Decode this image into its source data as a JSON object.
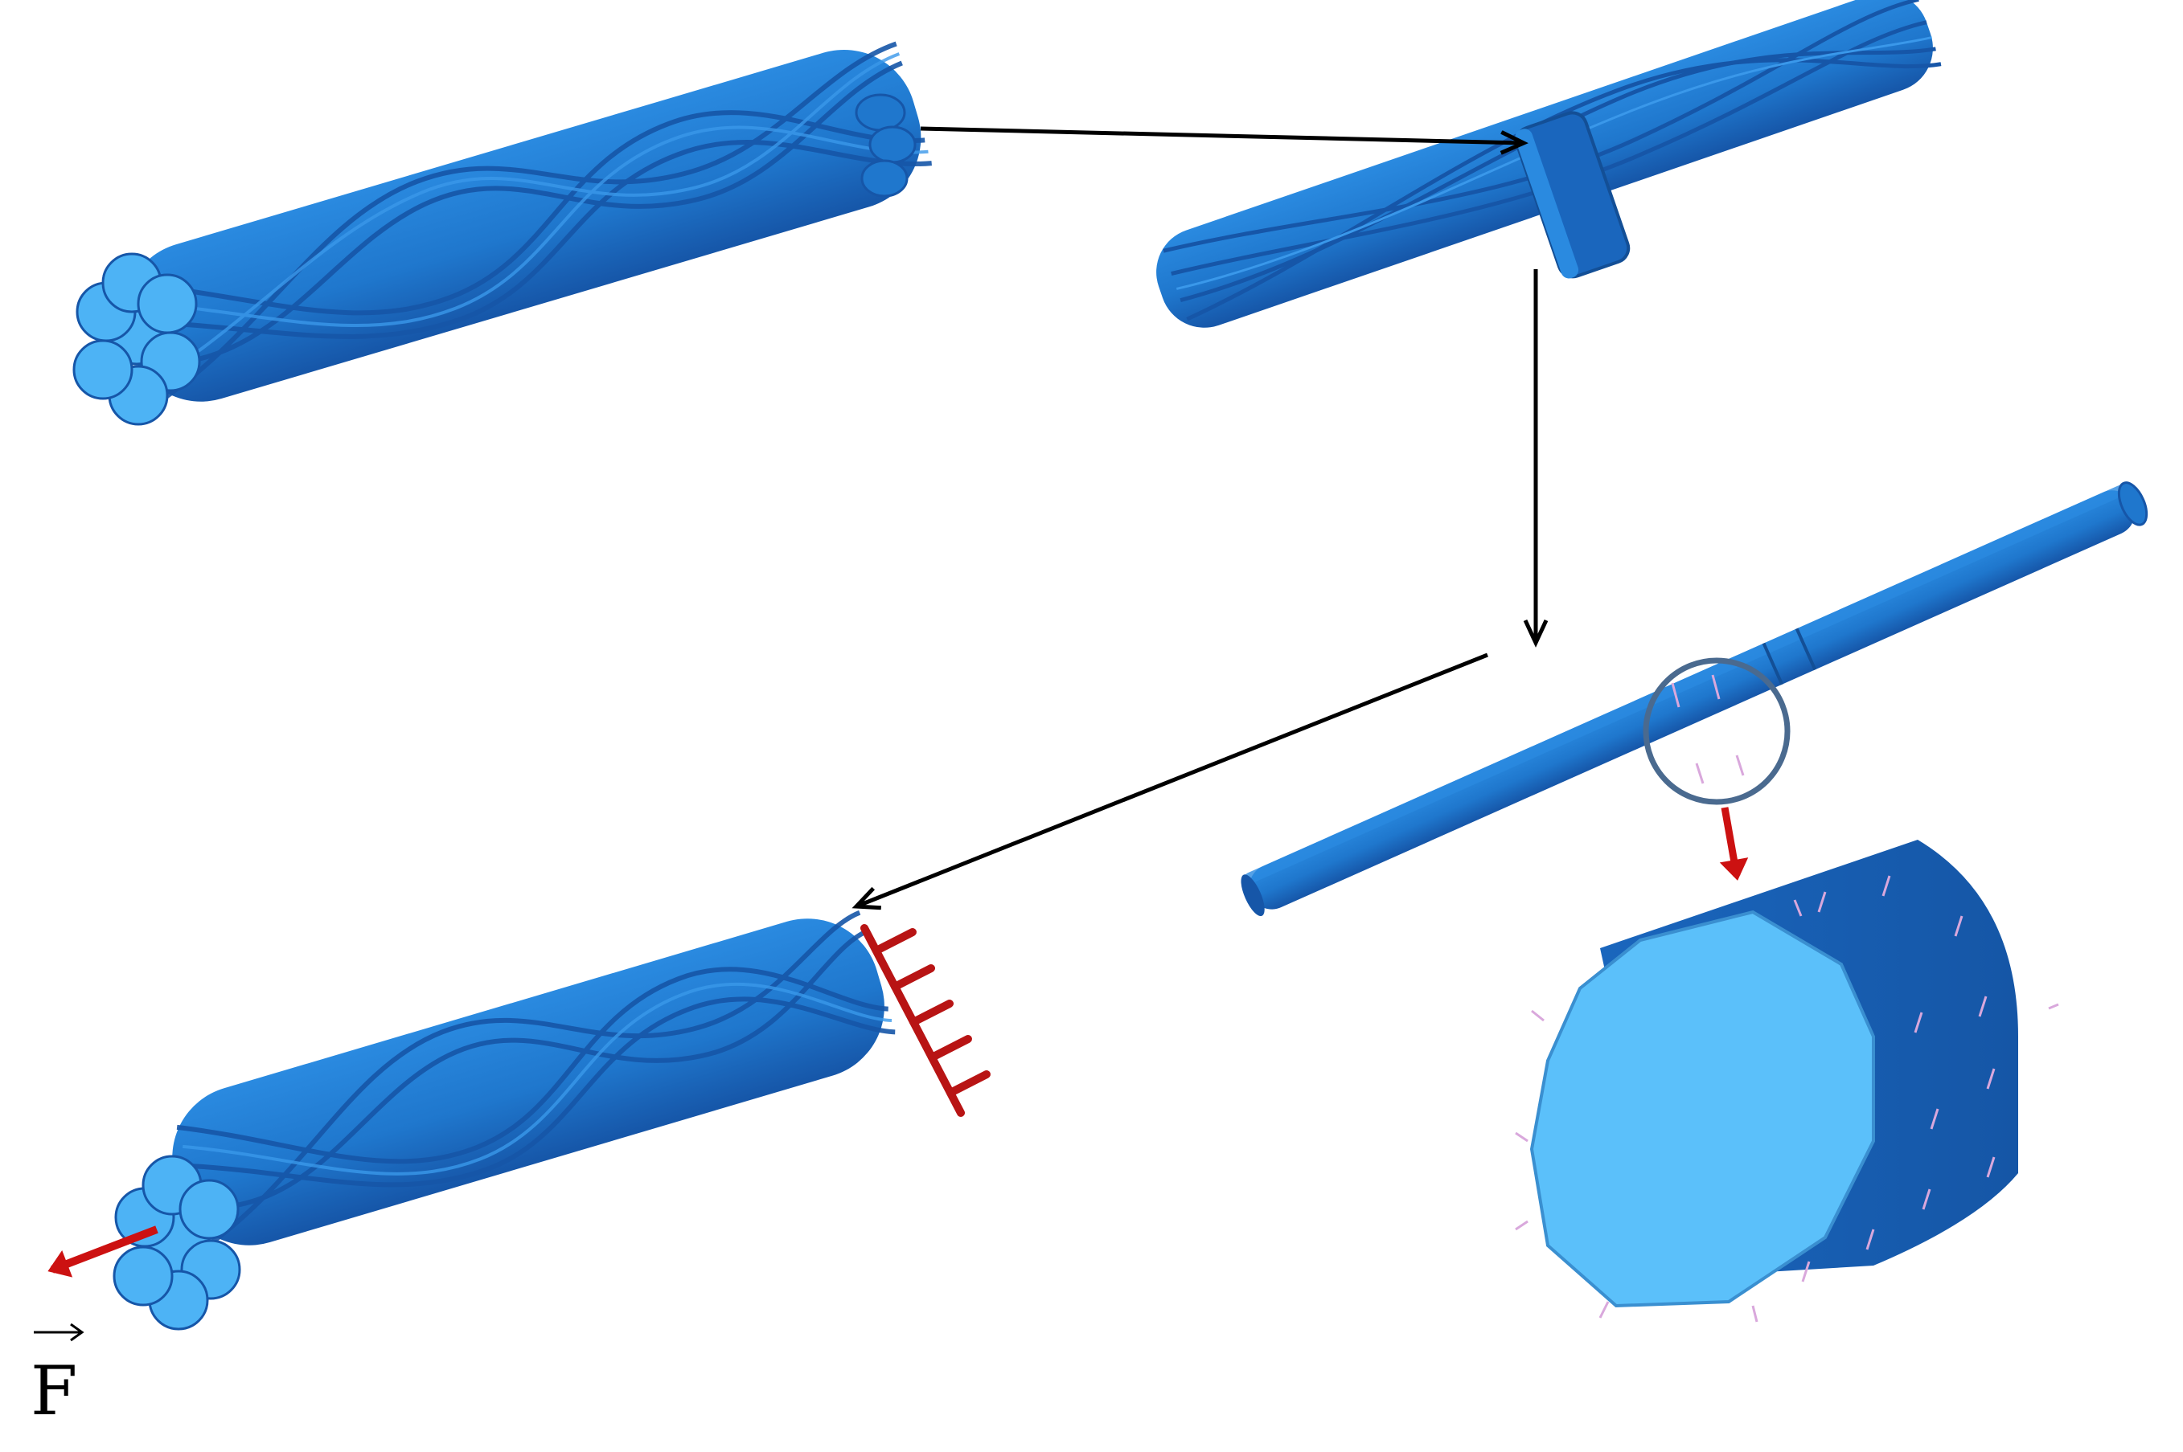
{
  "figure": {
    "force_label": "F",
    "colors": {
      "strand_main": "#1f77cd",
      "strand_dark": "#1656a8",
      "strand_light": "#2a8ae0",
      "end_face": "#4db3f5",
      "end_face_large": "#5bc0fa",
      "arrow": "#000000",
      "load_arrow": "#cc1111",
      "constraint": "#b81414",
      "detail_circle": "#4a6a8f",
      "mesh_marks": "#d9a8dc",
      "background": "#ffffff"
    },
    "panels": [
      {
        "id": "strand-model",
        "description_icon": "seven-wire-strand"
      },
      {
        "id": "strand-with-contact-region",
        "description_icon": "strand-with-sleeve"
      },
      {
        "id": "single-wire-model",
        "description_icon": "single-wire-with-detail"
      },
      {
        "id": "boundary-conditions",
        "description_icon": "strand-with-fixed-end-and-force"
      }
    ]
  }
}
